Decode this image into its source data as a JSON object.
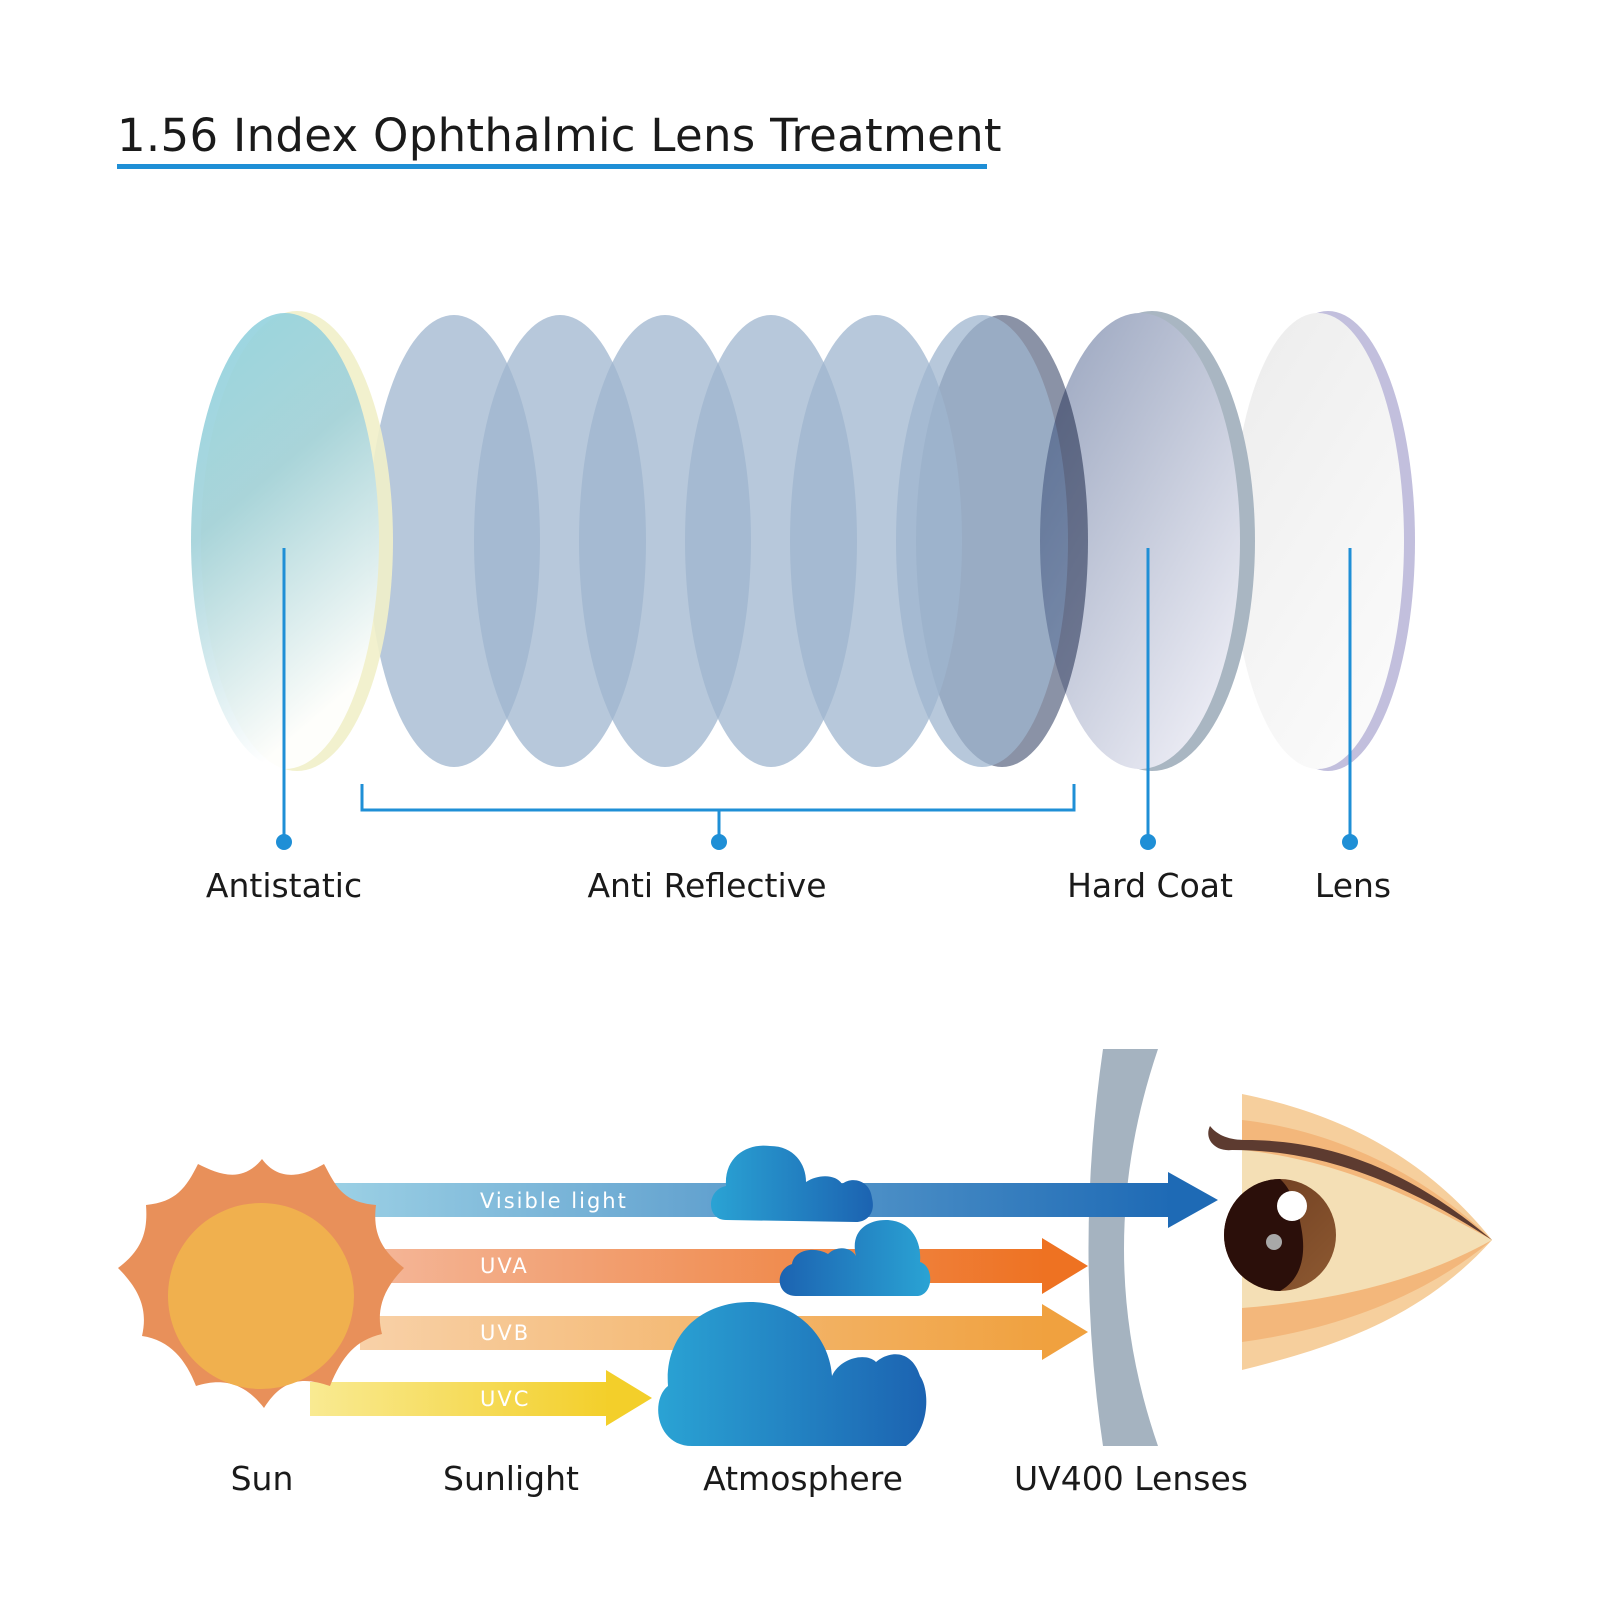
{
  "title": "1.56 Index Ophthalmic Lens Treatment",
  "colors": {
    "accent": "#1f8fd6",
    "antistatic": "#9ad7e1",
    "anti_reflective": "#9fb6cf",
    "hard_coat": "#a6aec4",
    "lens": "#efefef",
    "sun": "#f0b04e",
    "sun_rays": "#e8905a"
  },
  "layers": {
    "antistatic": "Antistatic",
    "anti_reflective": "Anti Reflective",
    "hard_coat": "Hard Coat",
    "lens": "Lens"
  },
  "rays": {
    "visible": "Visible light",
    "uva": "UVA",
    "uvb": "UVB",
    "uvc": "UVC"
  },
  "bottom_labels": {
    "sun": "Sun",
    "sunlight": "Sunlight",
    "atmosphere": "Atmosphere",
    "uv400": "UV400 Lenses"
  },
  "icons": [
    "sun-icon",
    "cloud-icon",
    "eye-icon"
  ]
}
